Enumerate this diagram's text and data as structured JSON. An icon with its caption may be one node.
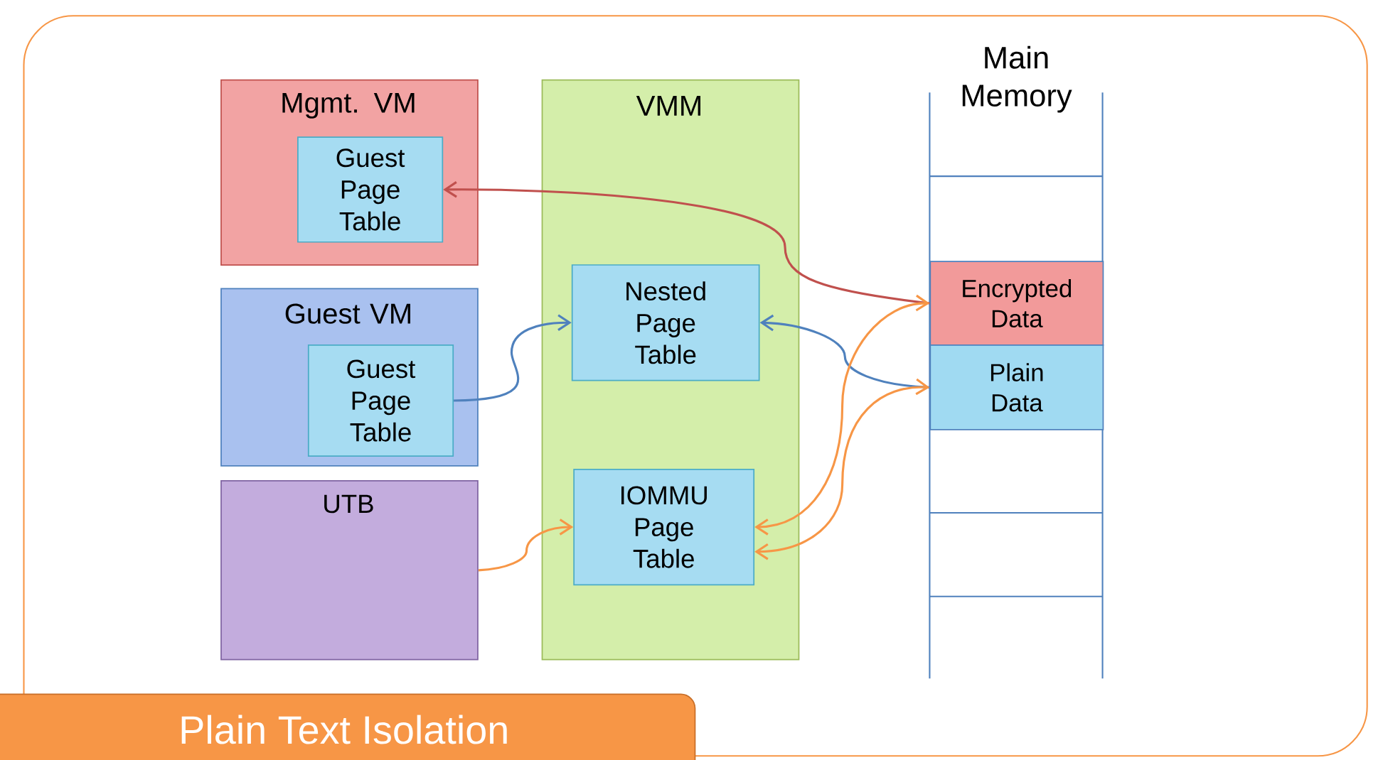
{
  "diagram": {
    "title": "Plain Text Isolation",
    "nodes": [
      {
        "text": [
          "Mgmt. VM"
        ]
      },
      {
        "text": [
          "Guest Page Table"
        ],
        "in": 0
      },
      {
        "text": [
          "Guest VM"
        ]
      },
      {
        "text": [
          "Guest Page Table"
        ],
        "in": 2
      },
      {
        "text": [
          "UTB"
        ]
      },
      {
        "text": [
          "VMM"
        ]
      },
      {
        "text": [
          "Nested Page Table"
        ],
        "in": 5
      },
      {
        "text": [
          "IOMMU Page Table"
        ],
        "in": 5
      },
      {
        "text": [
          "Main Memory"
        ]
      },
      {
        "text": [
          "Encrypted Data"
        ],
        "in": 8
      },
      {
        "text": [
          "Plain Data"
        ],
        "in": 8
      }
    ],
    "edges": [
      {
        "from": 9,
        "to": 1,
        "arrow": "to",
        "color": "#c0504d"
      },
      {
        "from": 3,
        "to": 6,
        "arrow": "to",
        "color": "#4f81bd"
      },
      {
        "from": 10,
        "to": 6,
        "arrow": "to",
        "color": "#4f81bd"
      },
      {
        "from": 4,
        "to": 7,
        "arrow": "to"
      },
      {
        "from": 7,
        "to": 9,
        "arrow": "both"
      },
      {
        "from": 7,
        "to": 10,
        "arrow": "both"
      }
    ]
  }
}
